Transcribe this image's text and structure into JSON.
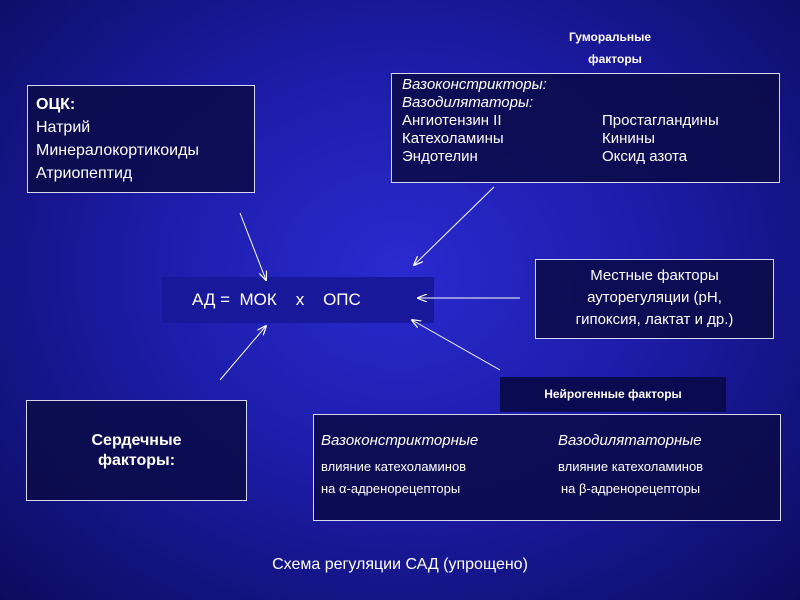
{
  "humoral": {
    "title_line1": "Гуморальные",
    "title_line2": "факторы",
    "row1": "Вазоконстрикторы:",
    "row2": "Вазодилятаторы:",
    "left": [
      "Ангиотензин II",
      "Катехоламины",
      "Эндотелин"
    ],
    "right": [
      "Простагландины",
      "Кинины",
      "Оксид азота"
    ]
  },
  "ock": {
    "title": "ОЦК:",
    "items": [
      "Натрий",
      "Минералокортикоиды",
      "Атриопептид"
    ]
  },
  "formula": {
    "text": "АД =  МОК    х    ОПС"
  },
  "local": {
    "lines": [
      "Местные факторы",
      "ауторегуляции (рН,",
      "гипоксия, лактат и др.)"
    ]
  },
  "cardiac": {
    "line1": "Сердечные",
    "line2": "факторы:"
  },
  "neuro": {
    "title": "Нейрогенные факторы",
    "vasoconstrictor_head": "Вазоконстрикторные",
    "vasodilator_head": "Вазодилятаторные",
    "left_lines": [
      "влияние катехоламинов",
      "на α-адренорецепторы"
    ],
    "right_lines": [
      "влияние катехоламинов",
      "на β-адренорецепторы"
    ]
  },
  "caption": "Схема регуляции САД (упрощено)",
  "colors": {
    "background": "#1c1ca8",
    "box_border": "#d8d8f0",
    "text": "#ffffff"
  }
}
